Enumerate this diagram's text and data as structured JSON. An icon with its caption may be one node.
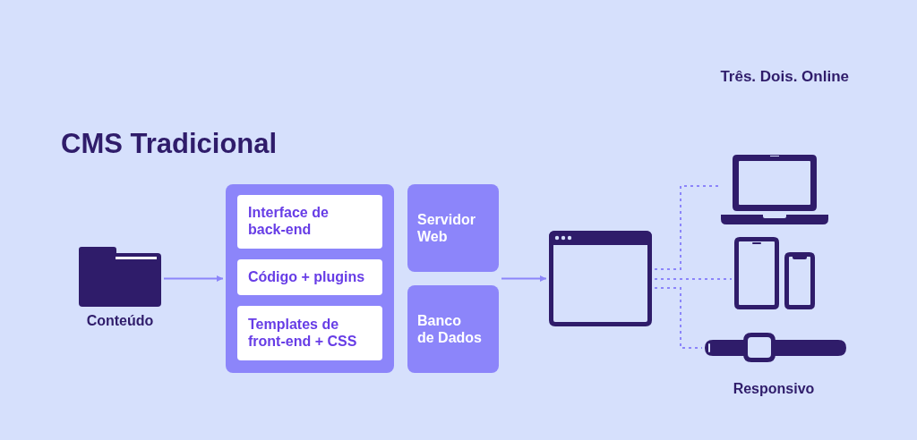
{
  "diagram": {
    "title": "CMS Tradicional",
    "nodes": [
      {
        "text": [],
        "shape": "picture",
        "beside": [
          "Conteúdo"
        ]
      },
      {
        "text": [],
        "shape": "box"
      },
      {
        "text": [
          "Interface de back-end"
        ],
        "in": 1
      },
      {
        "text": [
          "Código + plugins"
        ],
        "in": 1
      },
      {
        "text": [
          "Templates de front-end + CSS"
        ],
        "in": 1
      },
      {
        "text": [
          "Servidor Web"
        ]
      },
      {
        "text": [
          "Banco de Dados"
        ]
      },
      {
        "text": [],
        "shape": "picture"
      },
      {
        "text": [],
        "shape": "picture"
      },
      {
        "text": [],
        "shape": "picture"
      },
      {
        "text": [],
        "shape": "picture"
      },
      {
        "text": [],
        "shape": "picture"
      }
    ],
    "edges": [
      {
        "from": 0,
        "to": 1,
        "arrow": "to"
      },
      {
        "from": 5,
        "to": 7,
        "arrow": "to"
      },
      {
        "from": 6,
        "to": 7,
        "arrow": "to"
      },
      {
        "from": 7,
        "to": 8,
        "arrow": "none",
        "style": "dashed"
      },
      {
        "from": 7,
        "to": 9,
        "arrow": "none",
        "style": "dashed"
      },
      {
        "from": 7,
        "to": 11,
        "arrow": "none",
        "style": "dashed"
      }
    ],
    "labels": [
      "Três. Dois. Online",
      "Responsivo"
    ]
  }
}
